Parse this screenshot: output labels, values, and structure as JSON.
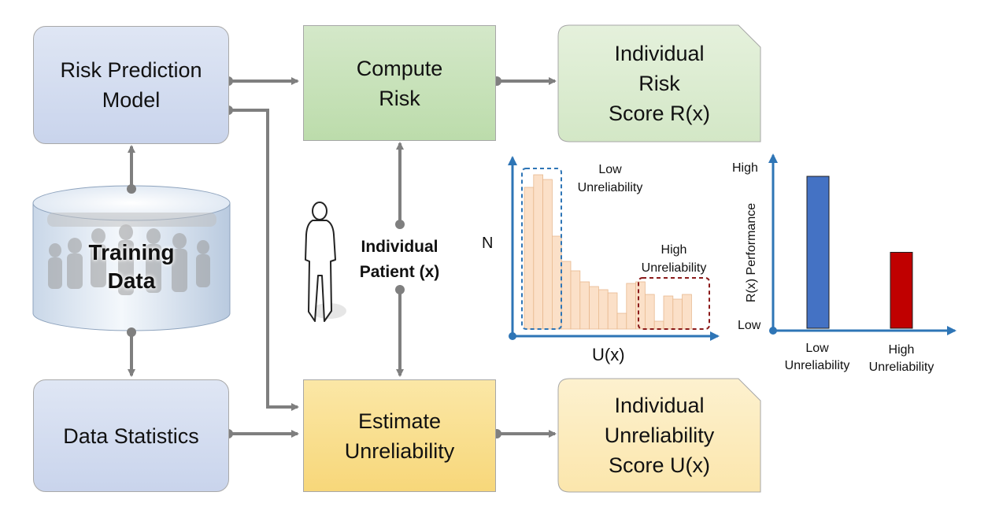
{
  "boxes": {
    "risk_model": [
      "Risk Prediction",
      "Model"
    ],
    "compute_risk": [
      "Compute",
      "Risk"
    ],
    "risk_score": [
      "Individual",
      "Risk",
      "Score R(x)"
    ],
    "training_data": [
      "Training",
      "Data"
    ],
    "data_statistics": [
      "Data Statistics"
    ],
    "estimate": [
      "Estimate",
      "Unreliability"
    ],
    "unrel_score": [
      "Individual",
      "Unreliability",
      "Score U(x)"
    ],
    "patient": [
      "Individual",
      "Patient (x)"
    ]
  },
  "histogram": {
    "y_label": "N",
    "x_label": "U(x)",
    "low_label": [
      "Low",
      "Unreliability"
    ],
    "high_label": [
      "High",
      "Unreliability"
    ]
  },
  "chart_data": {
    "type": "bar",
    "categories": [
      "Low Unreliability",
      "High Unreliability"
    ],
    "values": [
      0.9,
      0.45
    ],
    "ylabel": "R(x) Performance",
    "y_ticks": [
      "High",
      "Low"
    ],
    "ylim": [
      0,
      1
    ],
    "colors": [
      "#4472c4",
      "#c00000"
    ]
  },
  "colors": {
    "model_box": "#d3dcf0",
    "compute_box": "#c6e0b4",
    "estimate_box": "#fbe08f",
    "arrow": "#7f7f7f",
    "axis": "#2e75b6",
    "hist_fill": "#fbe0c8"
  }
}
